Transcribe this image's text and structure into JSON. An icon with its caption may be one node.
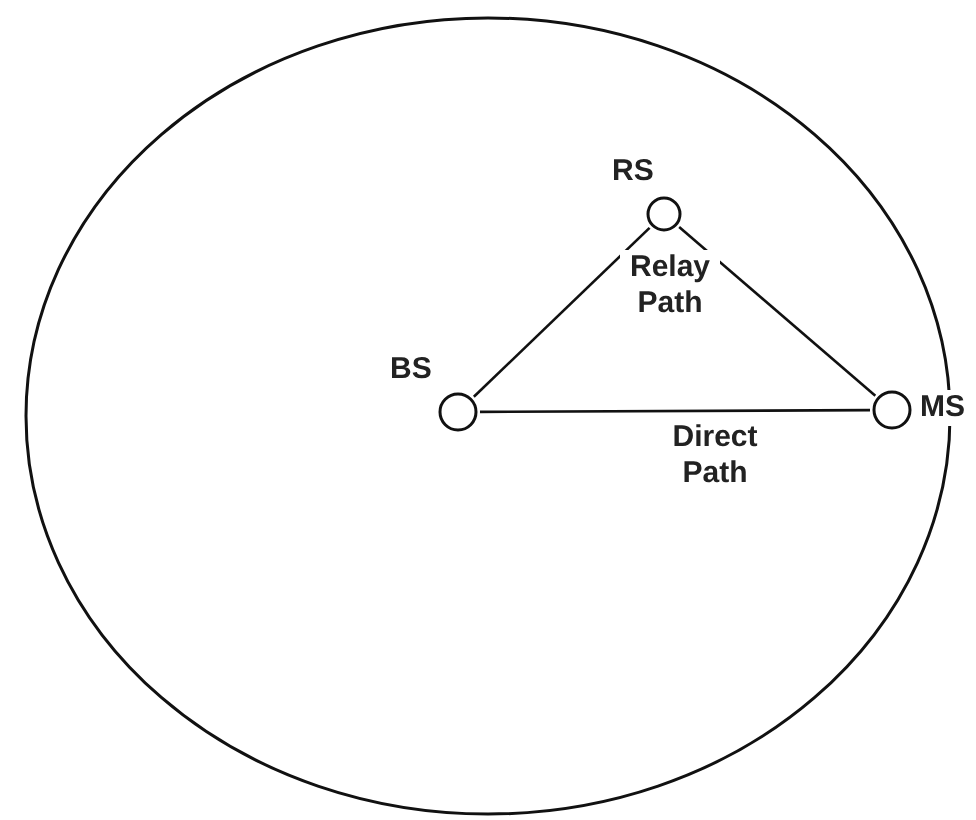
{
  "diagram": {
    "nodes": [
      {
        "text": [],
        "shape": "circle"
      },
      {
        "text": [
          "RS"
        ],
        "in": 0
      },
      {
        "text": [
          "BS"
        ],
        "in": 0
      },
      {
        "text": [
          "MS"
        ]
      }
    ],
    "edges": [
      {
        "from": 2,
        "to": 1,
        "arrow": "none"
      },
      {
        "from": 1,
        "to": 3,
        "arrow": "none"
      },
      {
        "from": 2,
        "to": 3,
        "arrow": "none",
        "label": "Direct Path"
      }
    ],
    "labels": [
      "Relay Path"
    ]
  }
}
